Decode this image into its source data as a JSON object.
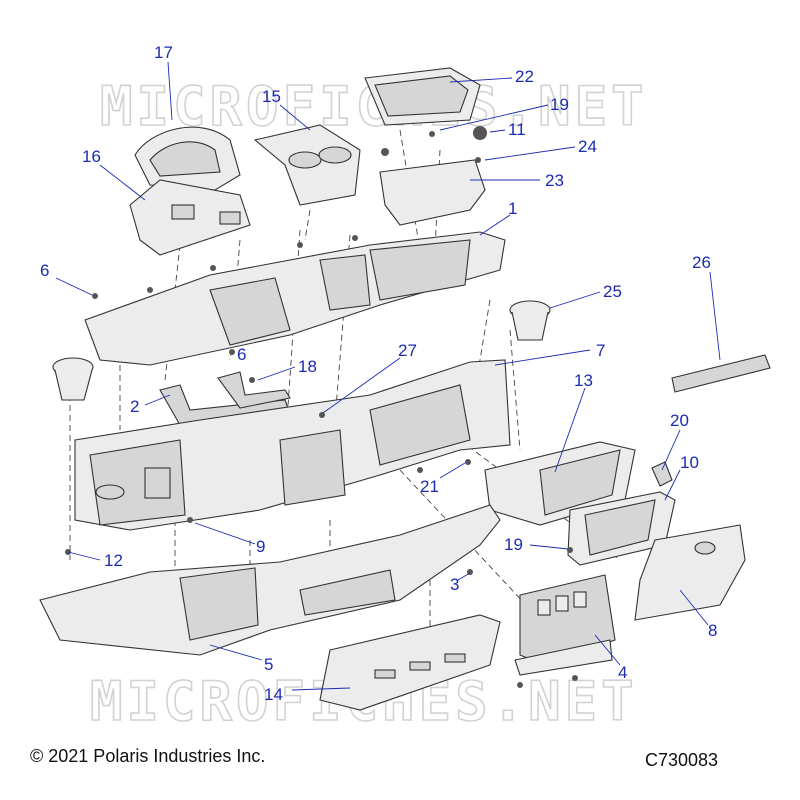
{
  "watermark": "MICROFICHES.NET",
  "footer": {
    "copyright": "© 2021 Polaris Industries Inc.",
    "drawing_code": "C730083"
  },
  "callouts": [
    {
      "id": "c17",
      "label": "17"
    },
    {
      "id": "c15",
      "label": "15"
    },
    {
      "id": "c22",
      "label": "22"
    },
    {
      "id": "c19a",
      "label": "19"
    },
    {
      "id": "c11",
      "label": "11"
    },
    {
      "id": "c24",
      "label": "24"
    },
    {
      "id": "c16",
      "label": "16"
    },
    {
      "id": "c23",
      "label": "23"
    },
    {
      "id": "c1",
      "label": "1"
    },
    {
      "id": "c6a",
      "label": "6"
    },
    {
      "id": "c26",
      "label": "26"
    },
    {
      "id": "c25",
      "label": "25"
    },
    {
      "id": "c6b",
      "label": "6"
    },
    {
      "id": "c27",
      "label": "27"
    },
    {
      "id": "c7",
      "label": "7"
    },
    {
      "id": "c18",
      "label": "18"
    },
    {
      "id": "c13",
      "label": "13"
    },
    {
      "id": "c2",
      "label": "2"
    },
    {
      "id": "c20",
      "label": "20"
    },
    {
      "id": "c10",
      "label": "10"
    },
    {
      "id": "c21",
      "label": "21"
    },
    {
      "id": "c9",
      "label": "9"
    },
    {
      "id": "c19b",
      "label": "19"
    },
    {
      "id": "c12",
      "label": "12"
    },
    {
      "id": "c3",
      "label": "3"
    },
    {
      "id": "c8",
      "label": "8"
    },
    {
      "id": "c5",
      "label": "5"
    },
    {
      "id": "c4",
      "label": "4"
    },
    {
      "id": "c14",
      "label": "14"
    }
  ]
}
